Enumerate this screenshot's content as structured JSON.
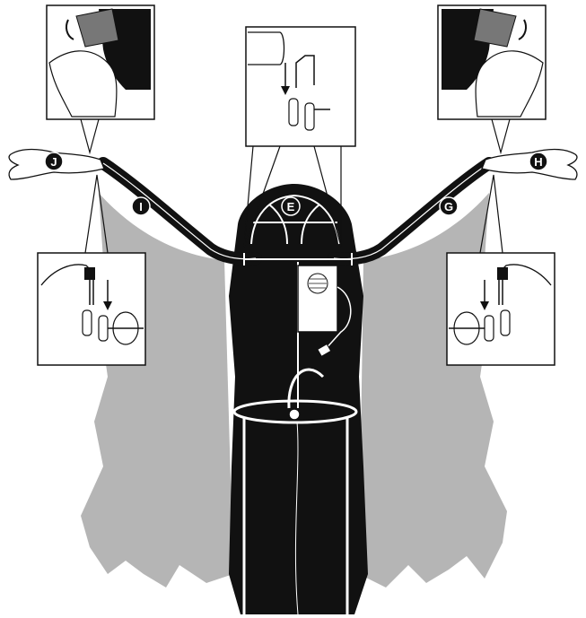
{
  "diagram": {
    "callouts": {
      "e": "E",
      "g": "G",
      "h": "H",
      "i": "I",
      "j": "J"
    },
    "colors": {
      "ink": "#111111",
      "cloth": "#b5b5b5",
      "paper": "#ffffff"
    },
    "panels": [
      {
        "name": "top-left-detail",
        "depicts": "hand-covering-skull-with-cloth"
      },
      {
        "name": "top-center-detail",
        "depicts": "tube-insertion-arrows"
      },
      {
        "name": "top-right-detail",
        "depicts": "hand-covering-skull-with-cloth"
      },
      {
        "name": "left-connector-detail",
        "depicts": "arm-tube-connection"
      },
      {
        "name": "right-connector-detail",
        "depicts": "arm-tube-connection"
      }
    ]
  }
}
